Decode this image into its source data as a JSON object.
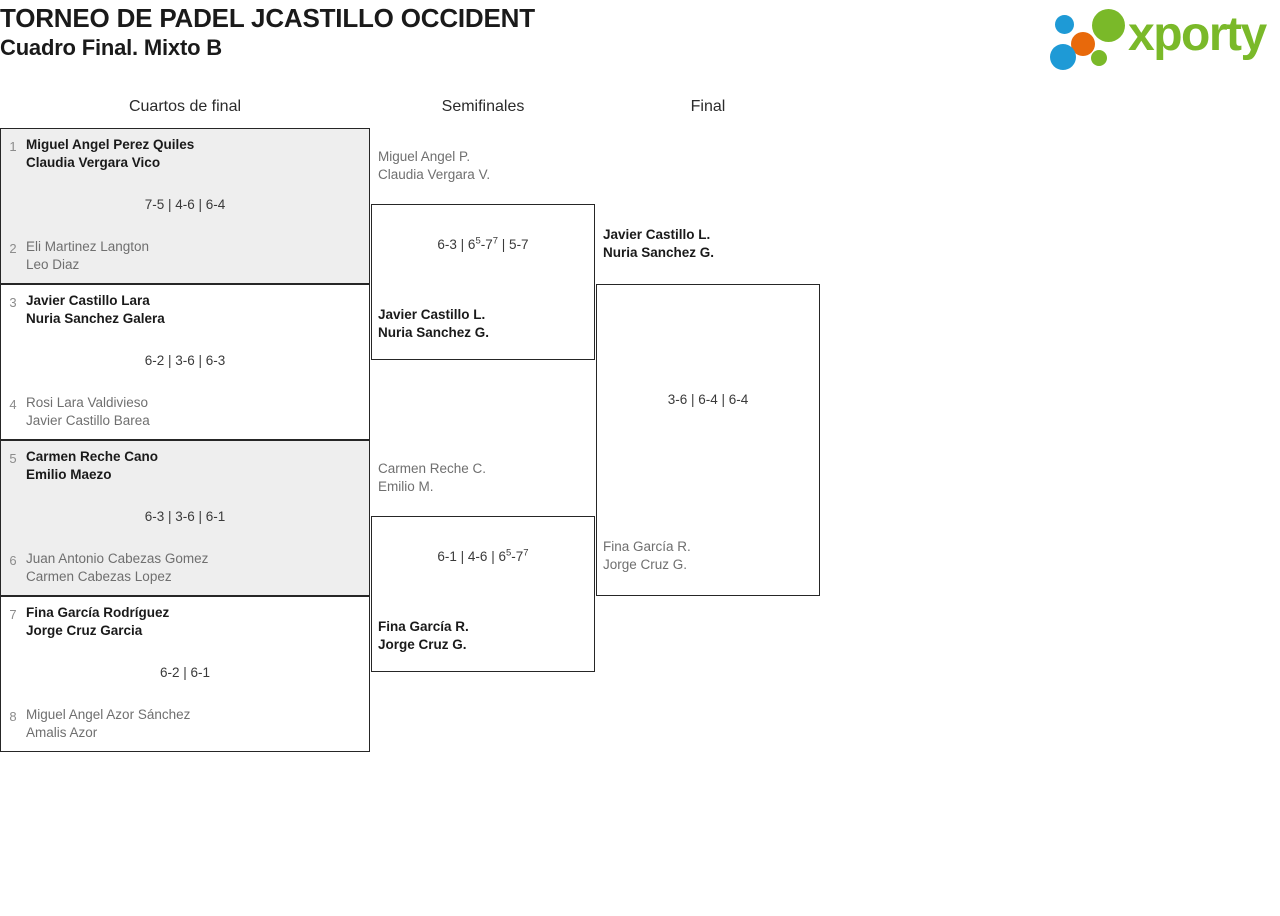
{
  "header": {
    "title_line1": "TORNEO DE PADEL JCASTILLO OCCIDENT",
    "title_line2": "Cuadro Final. Mixto B",
    "logo_text": "xporty",
    "logo_colors": {
      "green": "#7ab929",
      "blue": "#1e9ad6",
      "orange": "#e8690b"
    }
  },
  "rounds": {
    "quarterfinals_label": "Cuartos de final",
    "semifinals_label": "Semifinales",
    "final_label": "Final"
  },
  "quarterfinals": [
    {
      "seed_top": "1",
      "top_player1": "Miguel Angel Perez Quiles",
      "top_player2": "Claudia Vergara Vico",
      "top_is_winner": true,
      "seed_bottom": "2",
      "bottom_player1": "Eli Martinez Langton",
      "bottom_player2": "Leo Diaz",
      "bottom_is_winner": false,
      "score": "7-5 | 4-6 | 6-4"
    },
    {
      "seed_top": "3",
      "top_player1": "Javier Castillo Lara",
      "top_player2": "Nuria Sanchez Galera",
      "top_is_winner": true,
      "seed_bottom": "4",
      "bottom_player1": "Rosi Lara Valdivieso",
      "bottom_player2": "Javier Castillo Barea",
      "bottom_is_winner": false,
      "score": "6-2 | 3-6 | 6-3"
    },
    {
      "seed_top": "5",
      "top_player1": "Carmen Reche Cano",
      "top_player2": "Emilio Maezo",
      "top_is_winner": true,
      "seed_bottom": "6",
      "bottom_player1": "Juan Antonio Cabezas Gomez",
      "bottom_player2": "Carmen Cabezas Lopez",
      "bottom_is_winner": false,
      "score": "6-3 | 3-6 | 6-1"
    },
    {
      "seed_top": "7",
      "top_player1": "Fina García Rodríguez",
      "top_player2": "Jorge Cruz Garcia",
      "top_is_winner": true,
      "seed_bottom": "8",
      "bottom_player1": "Miguel Angel Azor Sánchez",
      "bottom_player2": "Amalis Azor",
      "bottom_is_winner": false,
      "score": "6-2 | 6-1"
    }
  ],
  "semifinals": [
    {
      "top_player1": "Miguel Angel P.",
      "top_player2": "Claudia Vergara V.",
      "top_is_winner": false,
      "bottom_player1": "Javier Castillo L.",
      "bottom_player2": "Nuria Sanchez G.",
      "bottom_is_winner": true,
      "score_parts": [
        {
          "text": "6-3 | 6"
        },
        {
          "sup": "5"
        },
        {
          "text": "-7"
        },
        {
          "sup": "7"
        },
        {
          "text": " | 5-7"
        }
      ],
      "score_plain": "6-3 | 6(5)-7(7) | 5-7"
    },
    {
      "top_player1": "Carmen Reche C.",
      "top_player2": "Emilio M.",
      "top_is_winner": false,
      "bottom_player1": "Fina García R.",
      "bottom_player2": "Jorge Cruz G.",
      "bottom_is_winner": true,
      "score_parts": [
        {
          "text": "6-1 | 4-6 | 6"
        },
        {
          "sup": "5"
        },
        {
          "text": "-7"
        },
        {
          "sup": "7"
        }
      ],
      "score_plain": "6-1 | 4-6 | 6(5)-7(7)"
    }
  ],
  "final": {
    "top_player1": "Javier Castillo L.",
    "top_player2": "Nuria Sanchez G.",
    "top_is_winner": true,
    "bottom_player1": "Fina García R.",
    "bottom_player2": "Jorge Cruz G.",
    "bottom_is_winner": false,
    "score": "3-6 | 6-4 | 6-4"
  }
}
